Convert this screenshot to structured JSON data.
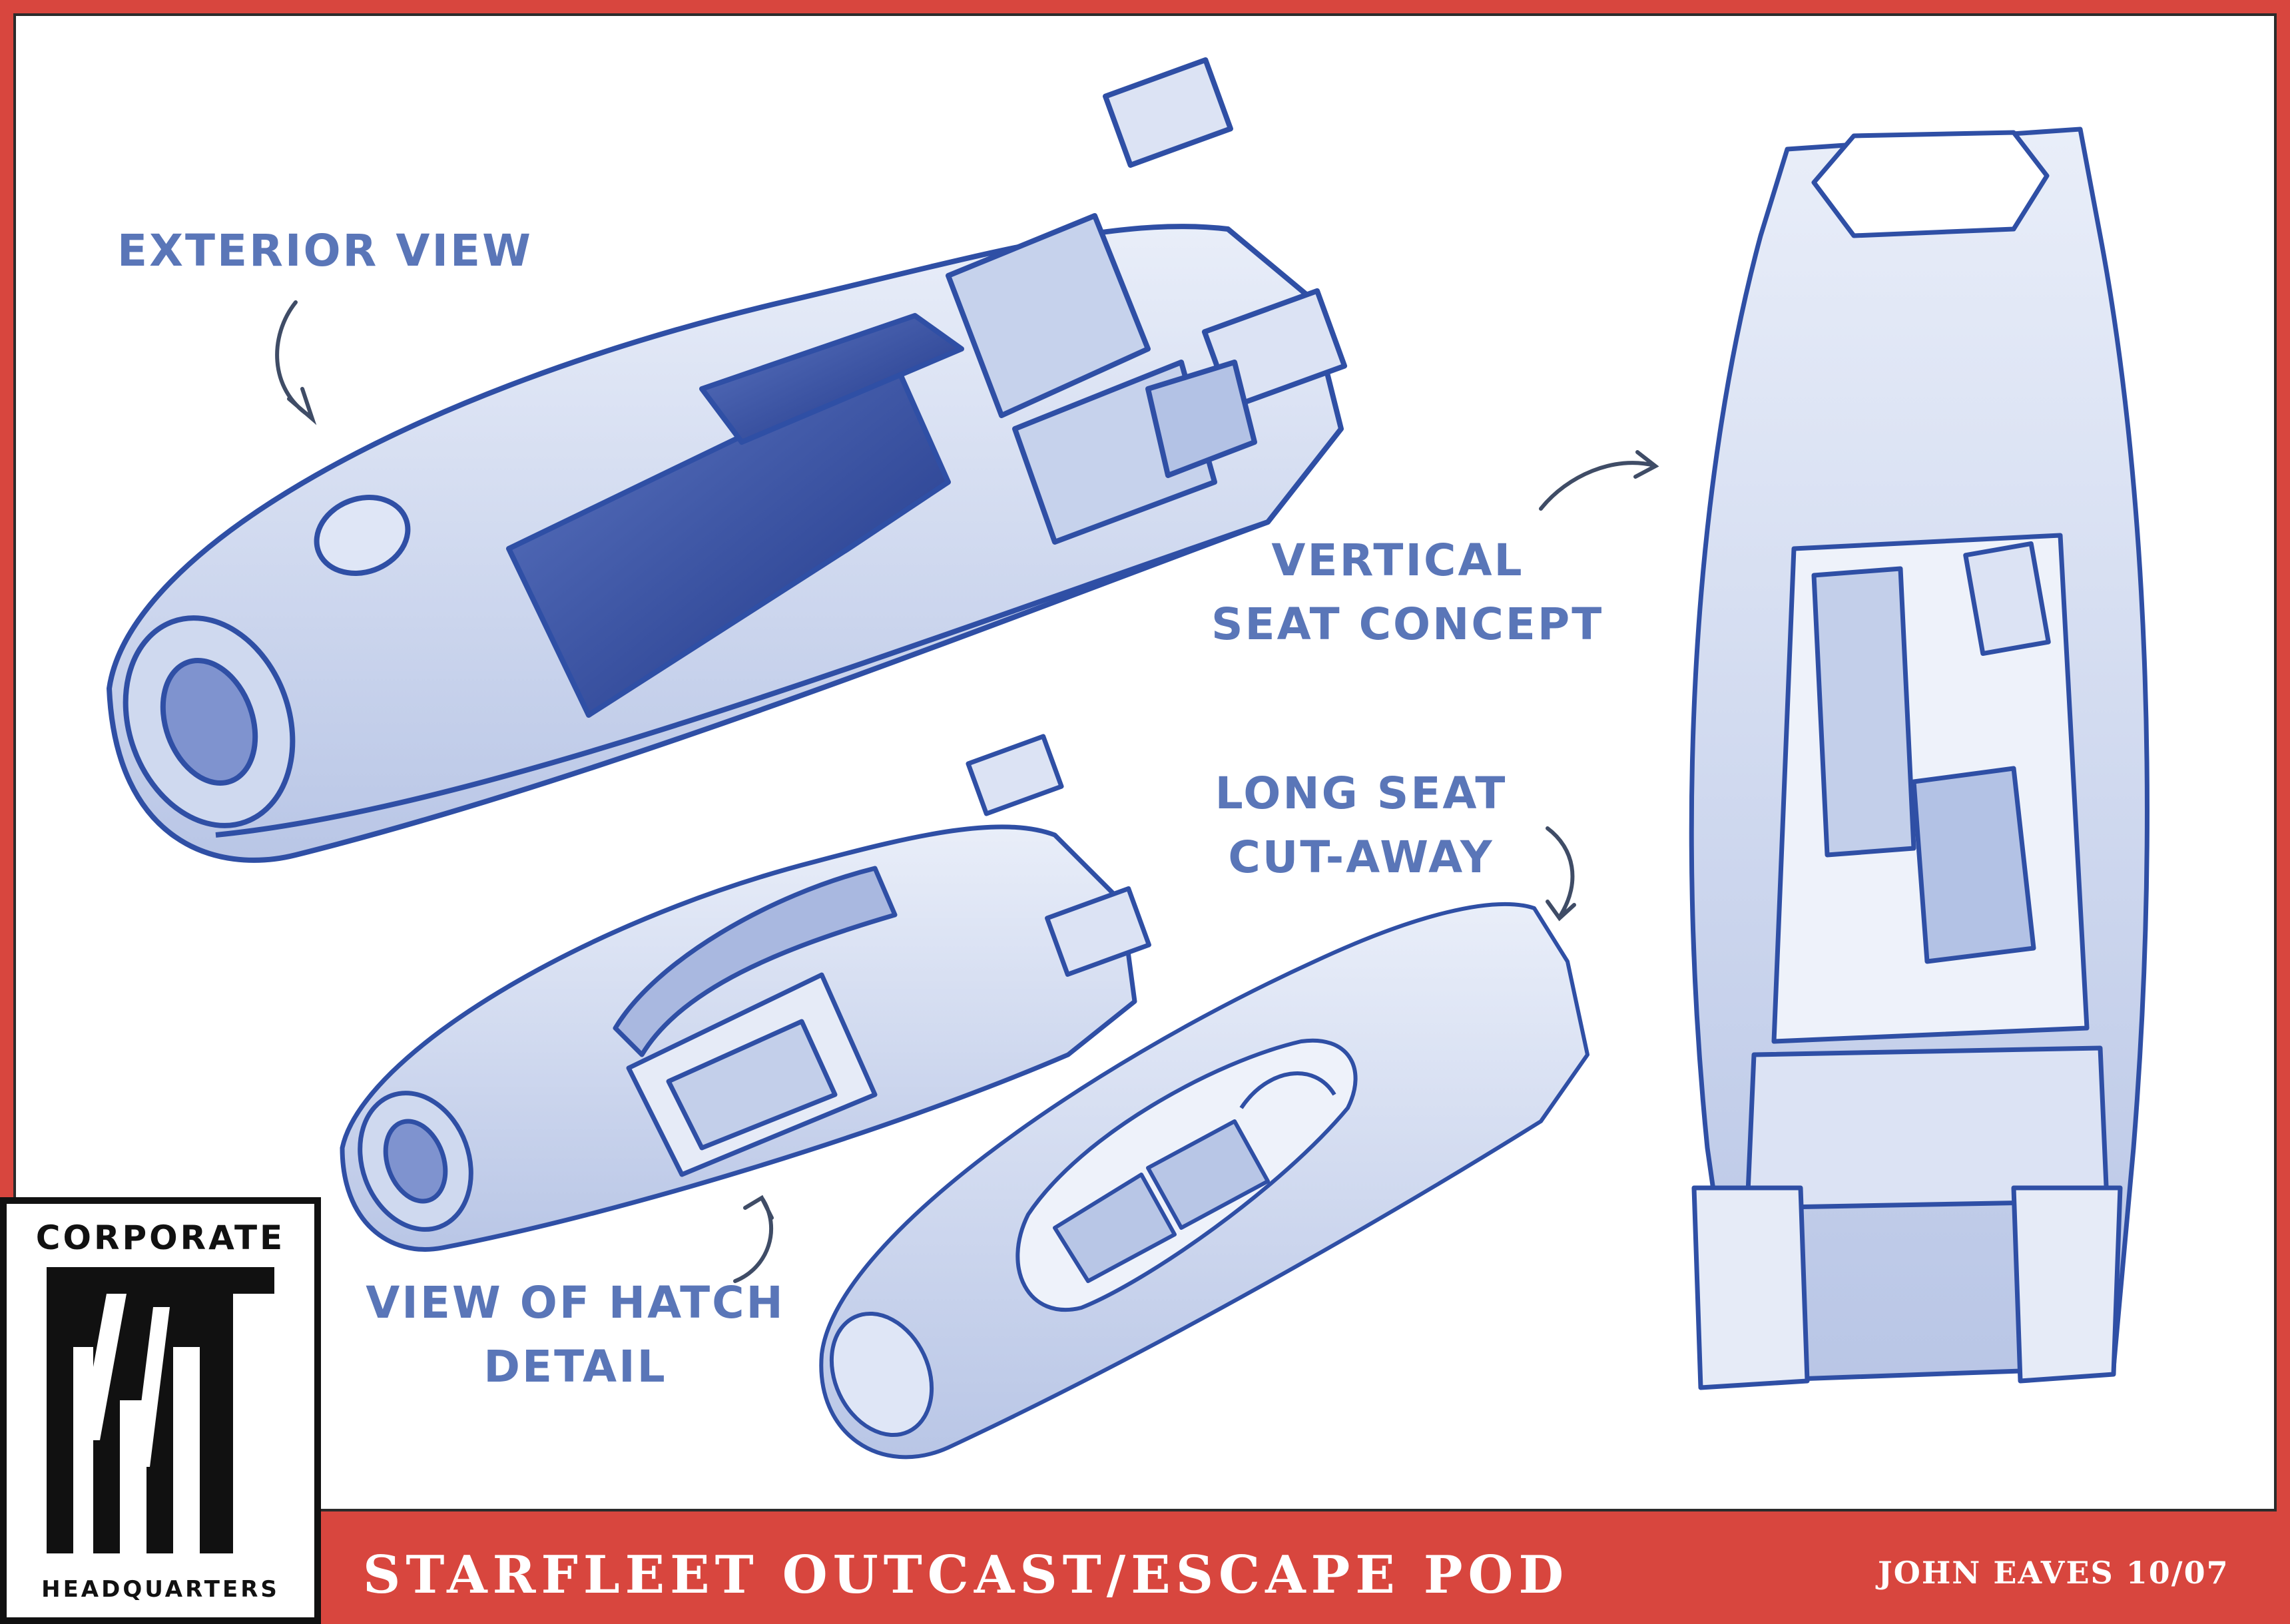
{
  "labels": {
    "exterior": "EXTERIOR VIEW",
    "vertical_line1": "VERTICAL",
    "vertical_line2": "SEAT CONCEPT",
    "longseat_line1": "LONG SEAT",
    "longseat_line2": "CUT-AWAY",
    "hatch_line1": "VIEW OF HATCH",
    "hatch_line2": "DETAIL"
  },
  "footer": {
    "title": "STARFLEET OUTCAST/ESCAPE POD",
    "credit": "JOHN EAVES 10/07"
  },
  "logo": {
    "top_text": "CORPORATE",
    "bottom_text": "HEADQUARTERS"
  },
  "colors": {
    "frame": "#d8463e",
    "ink": "#2f4fa5",
    "label": "#5a76b8",
    "paper": "#ffffff"
  }
}
